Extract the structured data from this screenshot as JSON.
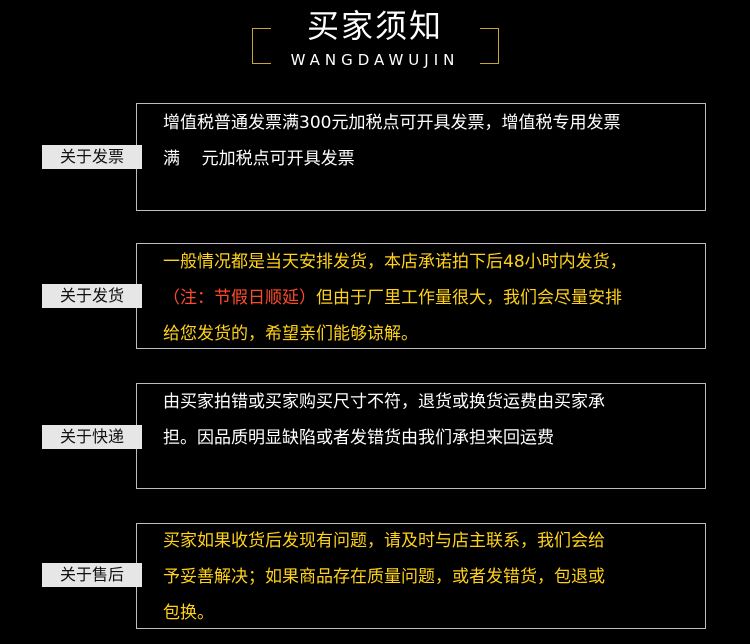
{
  "header": {
    "title": "买家须知",
    "subtitle": "WANGDAWUJIN"
  },
  "sections": [
    {
      "label": "关于发票",
      "lines": [
        "增值税普通发票满300元加税点可开具发票，增值税专用发票",
        "满    元加税点可开具发票"
      ]
    },
    {
      "label": "关于发货",
      "line1": "一般情况都是当天安排发货，本店承诺拍下后48小时内发货，",
      "line2_red": "（注：节假日顺延）",
      "line2_rest": "但由于厂里工作量很大，我们会尽量安排",
      "line3": "给您发货的，希望亲们能够谅解。"
    },
    {
      "label": "关于快递",
      "lines": [
        "由买家拍错或买家购买尺寸不符，退货或换货运费由买家承",
        "担。因品质明显缺陷或者发错货由我们承担来回运费"
      ]
    },
    {
      "label": "关于售后",
      "lines": [
        "买家如果收货后发现有问题，请及时与店主联系，我们会给",
        "予妥善解决；如果商品存在质量问题，或者发错货，包退或",
        "包换。"
      ]
    }
  ]
}
